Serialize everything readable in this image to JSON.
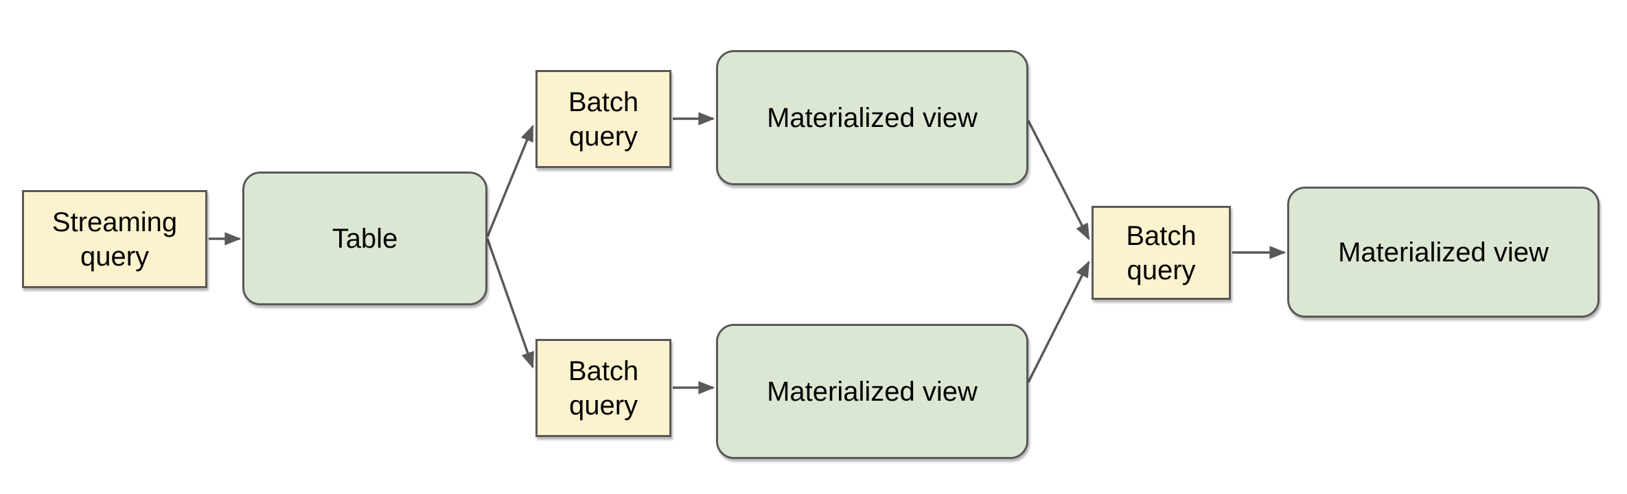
{
  "diagram": {
    "background": "#ffffff",
    "colors": {
      "query_fill": "#fcf2ce",
      "store_fill": "#dbe7d2",
      "border": "#595959",
      "arrow": "#595959",
      "text": "#000000"
    },
    "nodes": [
      {
        "id": "streaming-query",
        "label": "Streaming query",
        "shape": "rectangle",
        "fill": "#fcf2ce"
      },
      {
        "id": "table",
        "label": "Table",
        "shape": "rounded-rectangle",
        "fill": "#dbe7d2"
      },
      {
        "id": "batch-query-top",
        "label": "Batch query",
        "shape": "rectangle",
        "fill": "#fcf2ce"
      },
      {
        "id": "materialized-view-top",
        "label": "Materialized view",
        "shape": "rounded-rectangle",
        "fill": "#dbe7d2"
      },
      {
        "id": "batch-query-bottom",
        "label": "Batch query",
        "shape": "rectangle",
        "fill": "#fcf2ce"
      },
      {
        "id": "materialized-view-bottom",
        "label": "Materialized view",
        "shape": "rounded-rectangle",
        "fill": "#dbe7d2"
      },
      {
        "id": "batch-query-final",
        "label": "Batch query",
        "shape": "rectangle",
        "fill": "#fcf2ce"
      },
      {
        "id": "materialized-view-final",
        "label": "Materialized view",
        "shape": "rounded-rectangle",
        "fill": "#dbe7d2"
      }
    ],
    "edges": [
      {
        "from": "streaming-query",
        "to": "table"
      },
      {
        "from": "table",
        "to": "batch-query-top"
      },
      {
        "from": "table",
        "to": "batch-query-bottom"
      },
      {
        "from": "batch-query-top",
        "to": "materialized-view-top"
      },
      {
        "from": "batch-query-bottom",
        "to": "materialized-view-bottom"
      },
      {
        "from": "materialized-view-top",
        "to": "batch-query-final"
      },
      {
        "from": "materialized-view-bottom",
        "to": "batch-query-final"
      },
      {
        "from": "batch-query-final",
        "to": "materialized-view-final"
      }
    ]
  }
}
